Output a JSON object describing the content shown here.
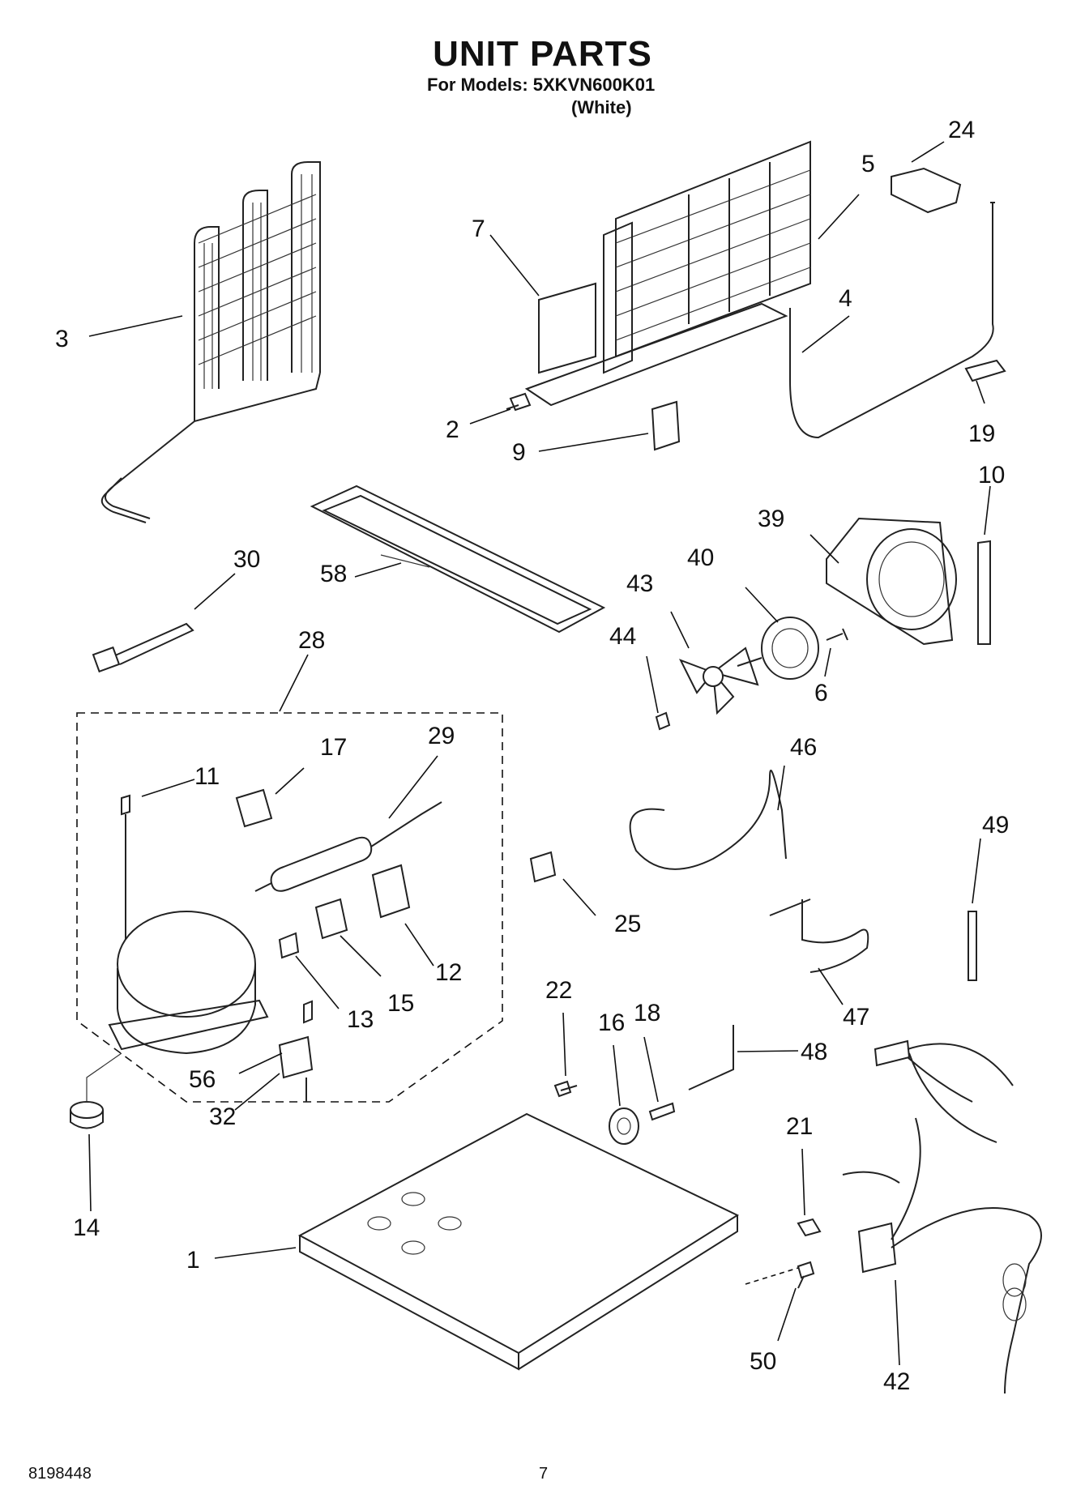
{
  "header": {
    "title": "UNIT PARTS",
    "models_line": "For Models: 5XKVN600K01",
    "variant": "(White)"
  },
  "footer": {
    "doc_number": "8198448",
    "page_number": "7"
  },
  "callouts": [
    {
      "id": "1"
    },
    {
      "id": "2"
    },
    {
      "id": "3"
    },
    {
      "id": "4"
    },
    {
      "id": "5"
    },
    {
      "id": "6"
    },
    {
      "id": "7"
    },
    {
      "id": "9"
    },
    {
      "id": "10"
    },
    {
      "id": "11"
    },
    {
      "id": "12"
    },
    {
      "id": "13"
    },
    {
      "id": "14"
    },
    {
      "id": "15"
    },
    {
      "id": "16"
    },
    {
      "id": "17"
    },
    {
      "id": "18"
    },
    {
      "id": "19"
    },
    {
      "id": "21"
    },
    {
      "id": "22"
    },
    {
      "id": "24"
    },
    {
      "id": "25"
    },
    {
      "id": "28"
    },
    {
      "id": "29"
    },
    {
      "id": "30"
    },
    {
      "id": "32"
    },
    {
      "id": "39"
    },
    {
      "id": "40"
    },
    {
      "id": "42"
    },
    {
      "id": "43"
    },
    {
      "id": "44"
    },
    {
      "id": "46"
    },
    {
      "id": "47"
    },
    {
      "id": "48"
    },
    {
      "id": "49"
    },
    {
      "id": "50"
    },
    {
      "id": "56"
    },
    {
      "id": "58"
    }
  ]
}
